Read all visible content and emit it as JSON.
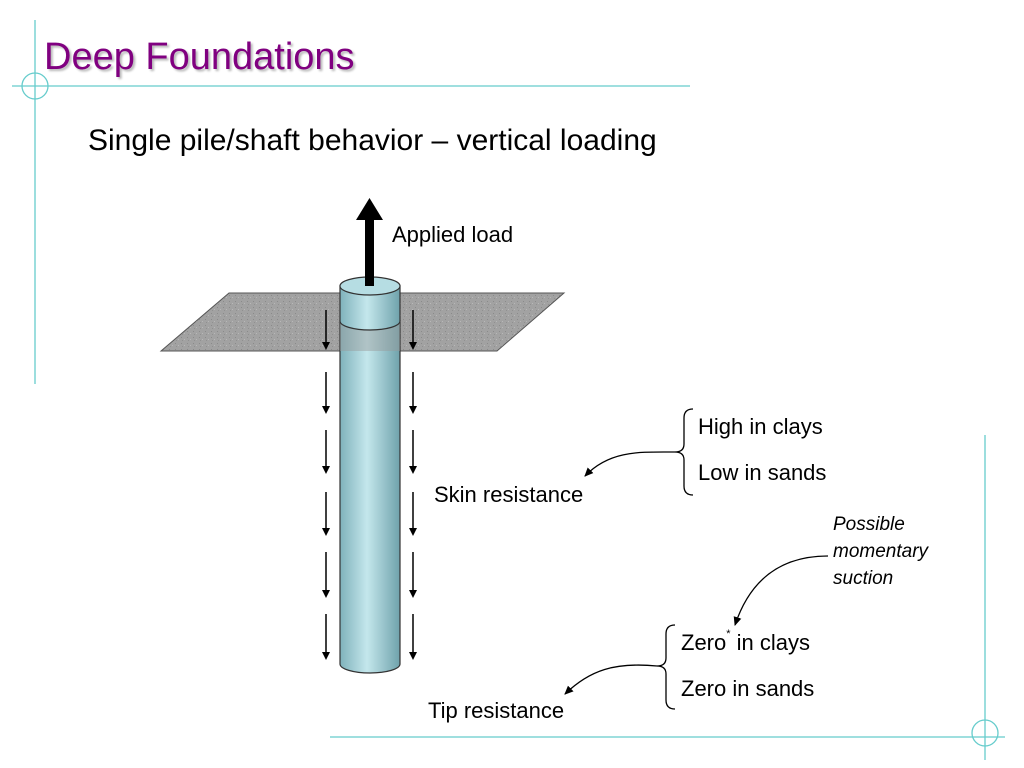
{
  "slide": {
    "title": "Deep Foundations",
    "subtitle": "Single pile/shaft behavior – vertical loading"
  },
  "diagram": {
    "applied_load": "Applied load",
    "skin_resistance": "Skin resistance",
    "skin_clays": "High in clays",
    "skin_sands": "Low in sands",
    "note_line1": "Possible",
    "note_line2": "momentary",
    "note_line3": "suction",
    "tip_resistance": "Tip resistance",
    "tip_clays_prefix": "Zero",
    "tip_clays_asterisk": "*",
    "tip_clays_suffix": " in clays",
    "tip_sands": "Zero in sands"
  },
  "colors": {
    "title": "#800080",
    "decor_lines": "#66cccc",
    "pile_fill": "#a8d4dc",
    "ground": "#a0a0a0"
  }
}
